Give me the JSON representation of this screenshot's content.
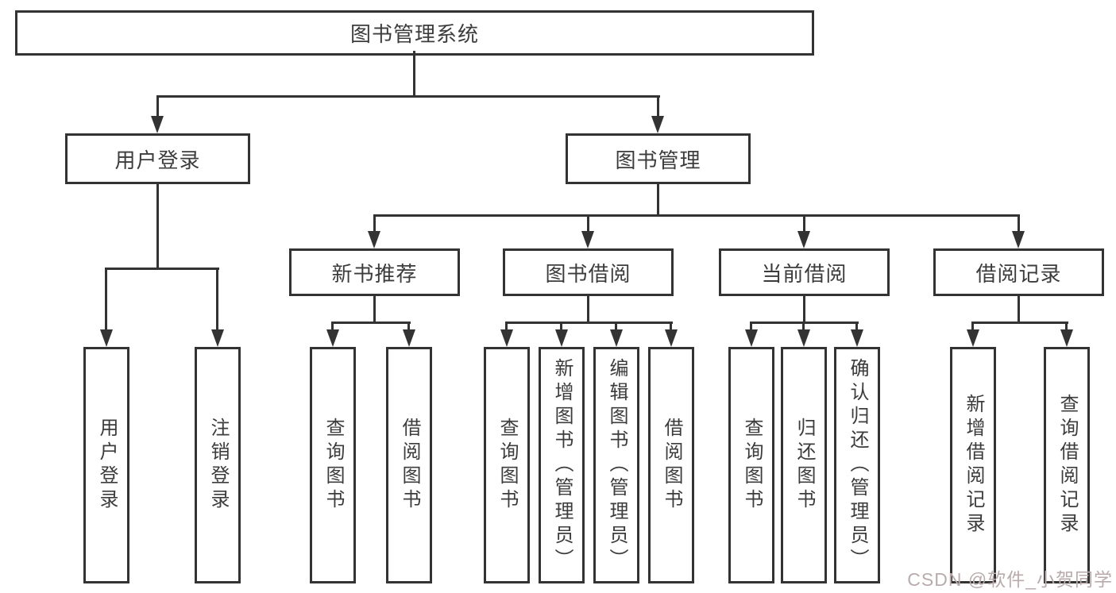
{
  "tree": {
    "root": {
      "label": "图书管理系统"
    },
    "branches": [
      {
        "label": "用户登录",
        "children": [
          {
            "label": "用户登录"
          },
          {
            "label": "注销登录"
          }
        ]
      },
      {
        "label": "图书管理",
        "groups": [
          {
            "label": "新书推荐",
            "children": [
              {
                "label": "查询图书"
              },
              {
                "label": "借阅图书"
              }
            ]
          },
          {
            "label": "图书借阅",
            "children": [
              {
                "label": "查询图书"
              },
              {
                "label": "新增图书（管理员）"
              },
              {
                "label": "编辑图书（管理员）"
              },
              {
                "label": "借阅图书"
              }
            ]
          },
          {
            "label": "当前借阅",
            "children": [
              {
                "label": "查询图书"
              },
              {
                "label": "归还图书"
              },
              {
                "label": "确认归还（管理员）"
              }
            ]
          },
          {
            "label": "借阅记录",
            "children": [
              {
                "label": "新增借阅记录"
              },
              {
                "label": "查询借阅记录"
              }
            ]
          }
        ]
      }
    ]
  },
  "watermark": {
    "text": "CSDN @软件_小贺同学"
  },
  "colors": {
    "line": "#333333",
    "text": "#3c3c3c",
    "background": "#ffffff",
    "watermark": "#b9abab"
  }
}
